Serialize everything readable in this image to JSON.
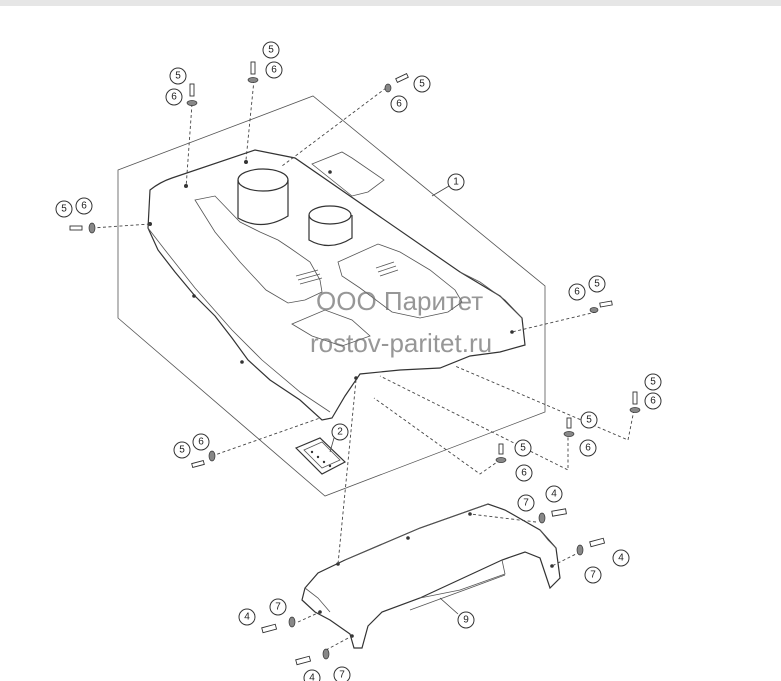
{
  "watermark": {
    "line1": "ООО Паритет",
    "line2": "rostov-paritet.ru"
  },
  "callouts": [
    {
      "id": "c1",
      "label": "1"
    },
    {
      "id": "c2",
      "label": "2"
    },
    {
      "id": "c4a",
      "label": "4"
    },
    {
      "id": "c4b",
      "label": "4"
    },
    {
      "id": "c4c",
      "label": "4"
    },
    {
      "id": "c4d",
      "label": "4"
    },
    {
      "id": "c5a",
      "label": "5"
    },
    {
      "id": "c5b",
      "label": "5"
    },
    {
      "id": "c5c",
      "label": "5"
    },
    {
      "id": "c5d",
      "label": "5"
    },
    {
      "id": "c5e",
      "label": "5"
    },
    {
      "id": "c5f",
      "label": "5"
    },
    {
      "id": "c5g",
      "label": "5"
    },
    {
      "id": "c5h",
      "label": "5"
    },
    {
      "id": "c5i",
      "label": "5"
    },
    {
      "id": "c6a",
      "label": "6"
    },
    {
      "id": "c6b",
      "label": "6"
    },
    {
      "id": "c6c",
      "label": "6"
    },
    {
      "id": "c6d",
      "label": "6"
    },
    {
      "id": "c6e",
      "label": "6"
    },
    {
      "id": "c6f",
      "label": "6"
    },
    {
      "id": "c6g",
      "label": "6"
    },
    {
      "id": "c6h",
      "label": "6"
    },
    {
      "id": "c6i",
      "label": "6"
    },
    {
      "id": "c7a",
      "label": "7"
    },
    {
      "id": "c7b",
      "label": "7"
    },
    {
      "id": "c7c",
      "label": "7"
    },
    {
      "id": "c7d",
      "label": "7"
    },
    {
      "id": "c9",
      "label": "9"
    }
  ]
}
